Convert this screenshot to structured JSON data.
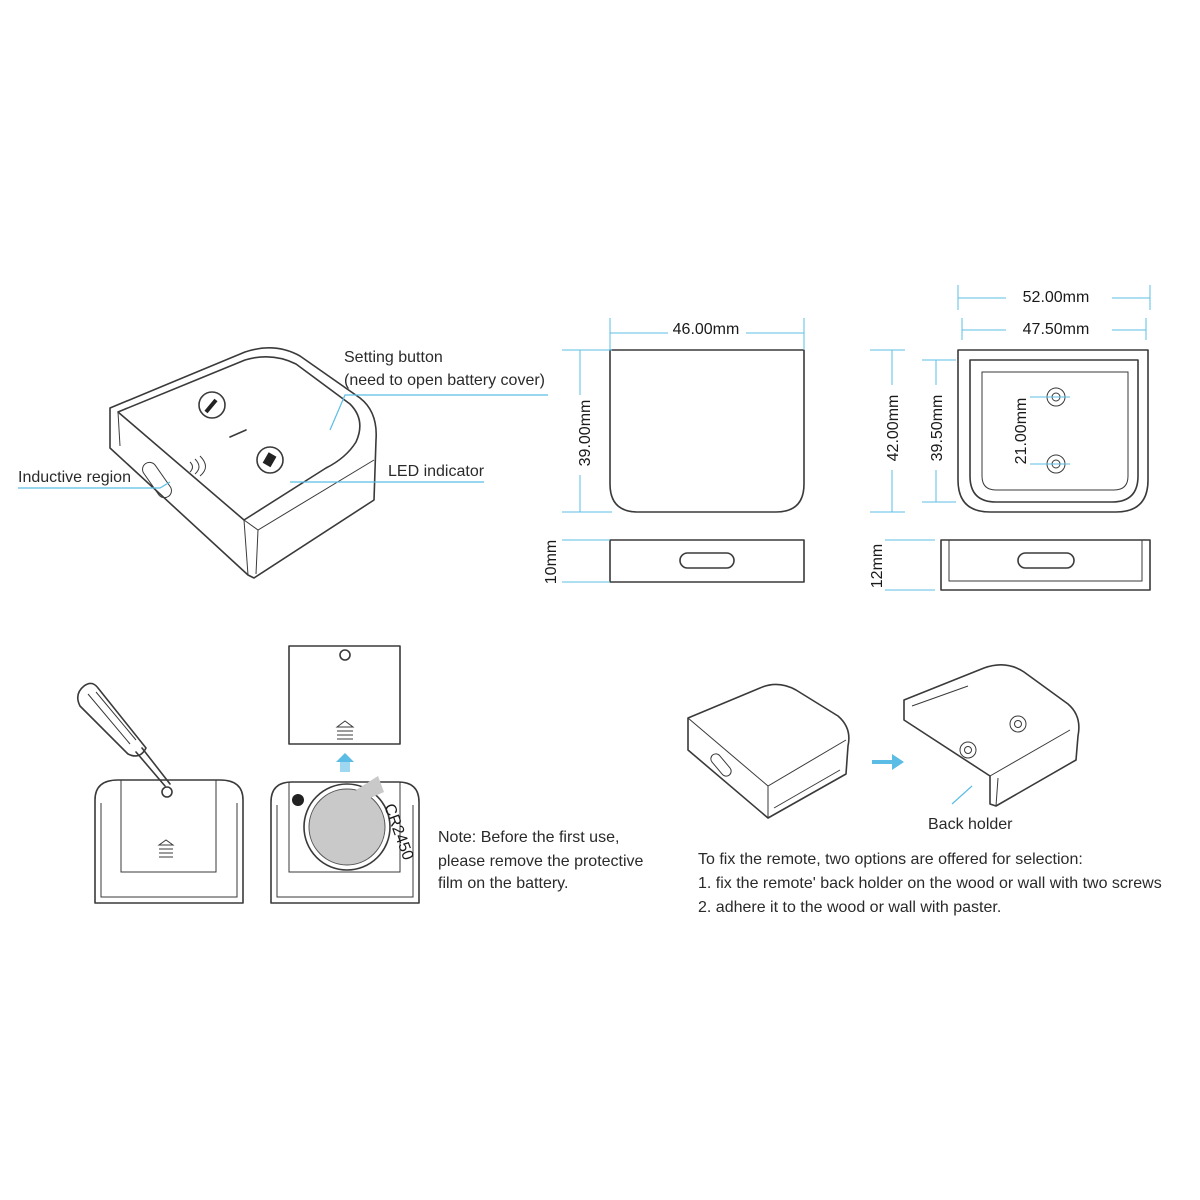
{
  "labels": {
    "setting_button": "Setting button",
    "setting_button_note": "(need to open battery cover)",
    "led_indicator": "LED indicator",
    "inductive_region": "Inductive region",
    "back_holder": "Back holder",
    "battery_model": "CR2450"
  },
  "dimensions": {
    "remote_width": "46.00mm",
    "remote_height": "39.00mm",
    "remote_depth": "10mm",
    "holder_outer_width": "52.00mm",
    "holder_inner_width": "47.50mm",
    "holder_outer_height": "42.00mm",
    "holder_inner_height": "39.50mm",
    "hole_spacing": "21.00mm",
    "holder_depth": "12mm"
  },
  "battery_note": {
    "lines": [
      "Note: Before the first use,",
      "please remove the protective",
      "film on the battery."
    ]
  },
  "mounting": {
    "lines": [
      "To fix the remote, two options are offered for selection:",
      "1. fix the remote' back holder on the wood or wall with two screws",
      "2. adhere it to the wood or wall with paster."
    ]
  },
  "colors": {
    "leader": "#5bbde6",
    "line": "#3a3a3a"
  }
}
